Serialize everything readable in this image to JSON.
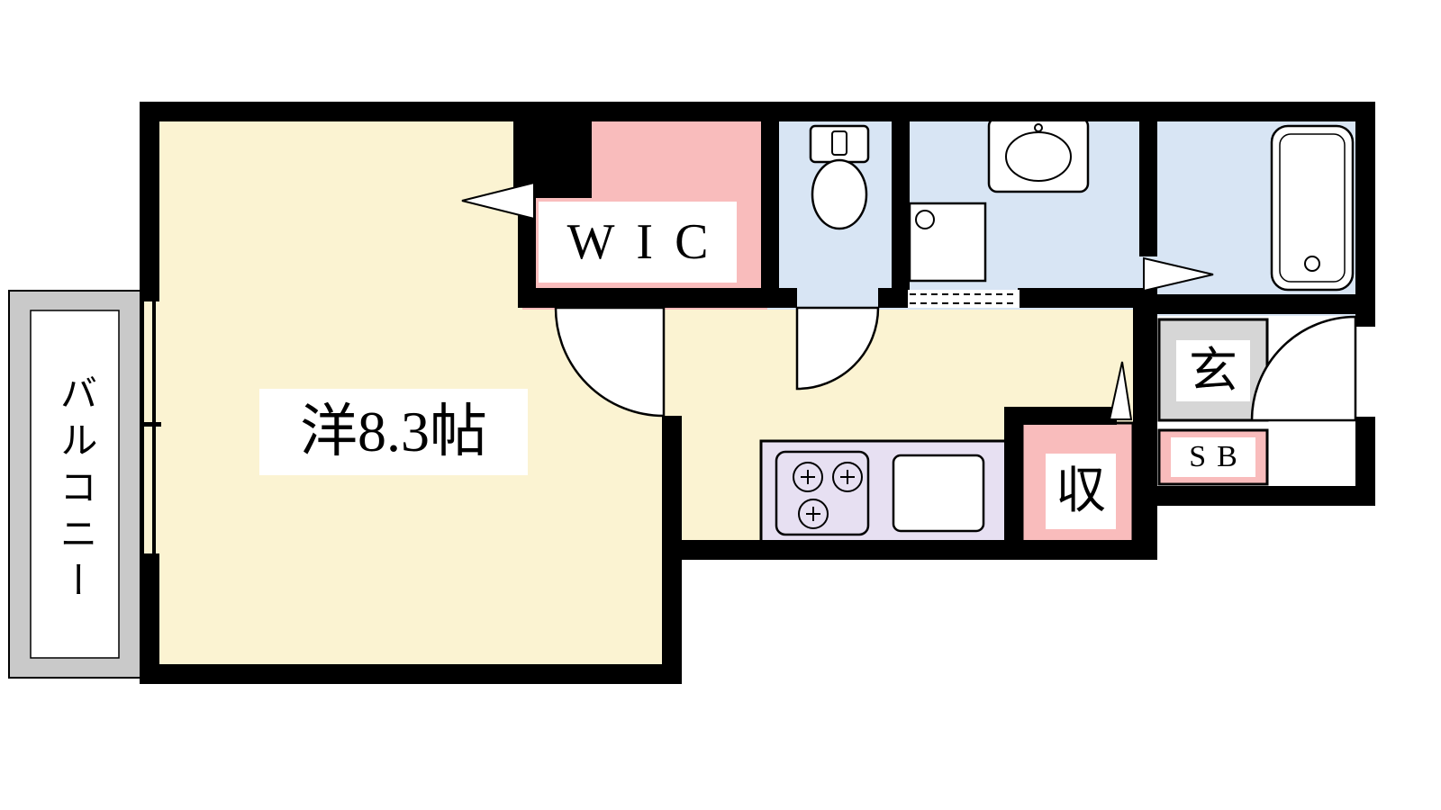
{
  "plan": {
    "type": "apartment-floor-plan",
    "labels": {
      "main_room": "洋8.3帖",
      "walk_in_closet": "WIC",
      "balcony": "バルコニー",
      "entrance": "玄",
      "shoe_box": "SB",
      "storage": "収"
    },
    "icons": {
      "toilet": "toilet-icon",
      "washbasin": "washbasin-icon",
      "washer_pan": "washer-pan-icon",
      "bathtub": "bathtub-icon",
      "stove": "stove-icon",
      "kitchen_sink": "kitchen-sink-icon"
    }
  },
  "colors": {
    "wall": "#000000",
    "room_cream": "#FBF3D2",
    "closet_pink": "#F9BCBC",
    "wet_area_blue": "#D8E5F4",
    "kitchen_purple": "#E7E0F2",
    "balcony_gray": "#C9C9C9",
    "entrance_gray": "#D6D6D6",
    "label_bg": "#FFFFFF"
  }
}
